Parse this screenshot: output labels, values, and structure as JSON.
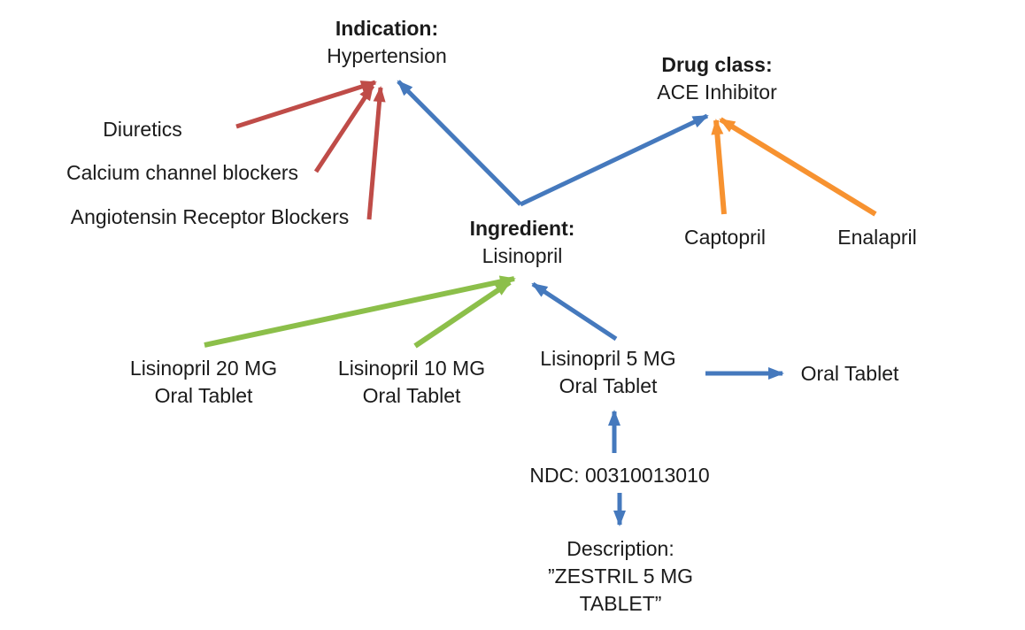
{
  "colors": {
    "red": "#BF4C48",
    "blue": "#4579BD",
    "green": "#8CBF4A",
    "orange": "#F79230",
    "text": "#1B1B1B",
    "background": "#FFFFFF"
  },
  "nodes": {
    "indication": {
      "label": "Indication:",
      "value": "Hypertension"
    },
    "drug_class": {
      "label": "Drug class:",
      "value": "ACE Inhibitor"
    },
    "ingredient": {
      "label": "Ingredient:",
      "value": "Lisinopril"
    },
    "alternative_classes": [
      "Diuretics",
      "Calcium channel blockers",
      "Angiotensin Receptor Blockers"
    ],
    "class_members": [
      "Captopril",
      "Enalapril"
    ],
    "products": [
      {
        "line1": "Lisinopril 20 MG",
        "line2": "Oral Tablet"
      },
      {
        "line1": "Lisinopril 10 MG",
        "line2": "Oral Tablet"
      },
      {
        "line1": "Lisinopril 5 MG",
        "line2": "Oral Tablet"
      }
    ],
    "dose_form": "Oral Tablet",
    "ndc": "NDC: 00310013010",
    "description": [
      "Description:",
      "”ZESTRIL 5 MG",
      "TABLET”"
    ]
  },
  "edges": [
    {
      "from": "Diuretics",
      "to": "Hypertension",
      "color": "red"
    },
    {
      "from": "Calcium channel blockers",
      "to": "Hypertension",
      "color": "red"
    },
    {
      "from": "Angiotensin Receptor Blockers",
      "to": "Hypertension",
      "color": "red"
    },
    {
      "from": "Lisinopril",
      "to": "Hypertension",
      "color": "blue"
    },
    {
      "from": "Lisinopril",
      "to": "ACE Inhibitor",
      "color": "blue"
    },
    {
      "from": "Captopril",
      "to": "ACE Inhibitor",
      "color": "orange"
    },
    {
      "from": "Enalapril",
      "to": "ACE Inhibitor",
      "color": "orange"
    },
    {
      "from": "Lisinopril 20 MG Oral Tablet",
      "to": "Lisinopril",
      "color": "green"
    },
    {
      "from": "Lisinopril 10 MG Oral Tablet",
      "to": "Lisinopril",
      "color": "green"
    },
    {
      "from": "Lisinopril 5 MG Oral Tablet",
      "to": "Lisinopril",
      "color": "blue"
    },
    {
      "from": "Lisinopril 5 MG Oral Tablet",
      "to": "Oral Tablet",
      "color": "blue"
    },
    {
      "from": "NDC: 00310013010",
      "to": "Lisinopril 5 MG Oral Tablet",
      "color": "blue"
    },
    {
      "from": "NDC: 00310013010",
      "to": "Description",
      "color": "blue"
    }
  ]
}
